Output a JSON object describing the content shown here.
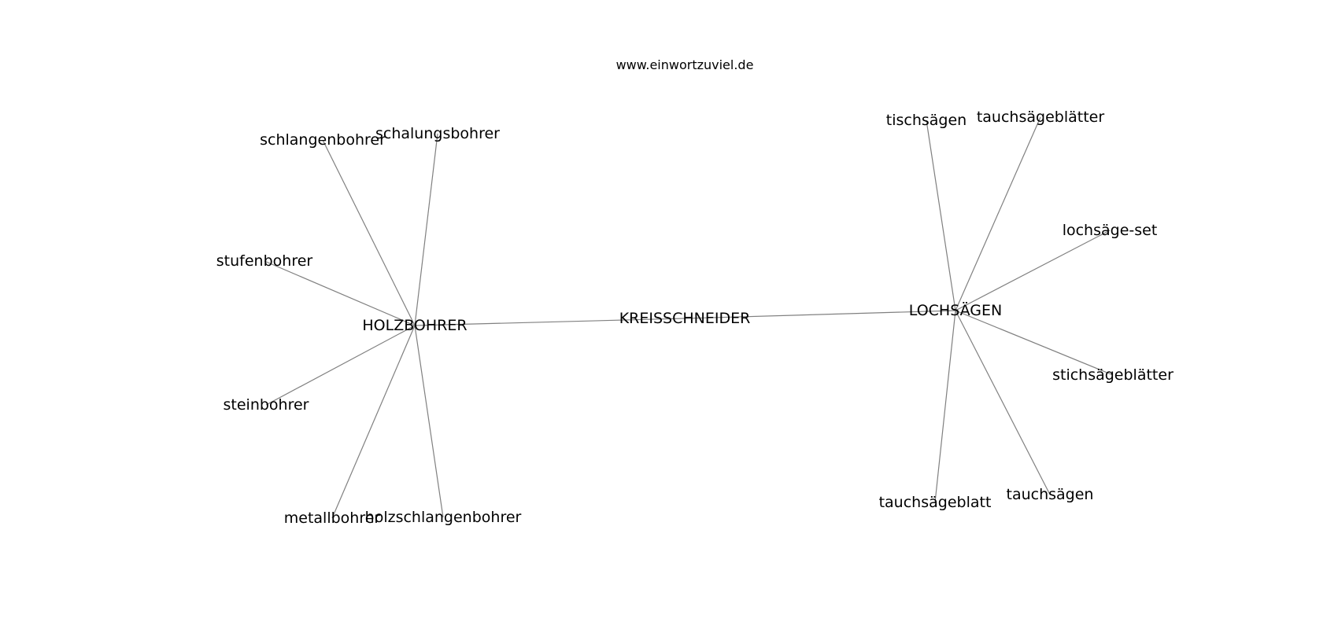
{
  "source": "www.einwortzuviel.de",
  "nodes": [
    {
      "id": "kreisschneider",
      "label": "KREISSCHNEIDER"
    },
    {
      "id": "holzbohrer",
      "label": "HOLZBOHRER"
    },
    {
      "id": "lochsaegen",
      "label": "LOCHSÄGEN"
    },
    {
      "id": "schlangenbohrer",
      "label": "schlangenbohrer"
    },
    {
      "id": "schalungsbohrer",
      "label": "schalungsbohrer"
    },
    {
      "id": "stufenbohrer",
      "label": "stufenbohrer"
    },
    {
      "id": "steinbohrer",
      "label": "steinbohrer"
    },
    {
      "id": "metallbohrer",
      "label": "metallbohrer"
    },
    {
      "id": "holzschlangenbohrer",
      "label": "holzschlangenbohrer"
    },
    {
      "id": "tischsaegen",
      "label": "tischsägen"
    },
    {
      "id": "tauchsaegeblaetter",
      "label": "tauchsägeblätter"
    },
    {
      "id": "lochsaege-set",
      "label": "lochsäge-set"
    },
    {
      "id": "stichsaegeblaetter",
      "label": "stichsägeblätter"
    },
    {
      "id": "tauchsaegen",
      "label": "tauchsägen"
    },
    {
      "id": "tauchsaegeblatt",
      "label": "tauchsägeblatt"
    }
  ],
  "edges": [
    [
      "holzbohrer",
      "kreisschneider"
    ],
    [
      "kreisschneider",
      "lochsaegen"
    ],
    [
      "holzbohrer",
      "schlangenbohrer"
    ],
    [
      "holzbohrer",
      "schalungsbohrer"
    ],
    [
      "holzbohrer",
      "stufenbohrer"
    ],
    [
      "holzbohrer",
      "steinbohrer"
    ],
    [
      "holzbohrer",
      "metallbohrer"
    ],
    [
      "holzbohrer",
      "holzschlangenbohrer"
    ],
    [
      "lochsaegen",
      "tischsaegen"
    ],
    [
      "lochsaegen",
      "tauchsaegeblaetter"
    ],
    [
      "lochsaegen",
      "lochsaege-set"
    ],
    [
      "lochsaegen",
      "stichsaegeblaetter"
    ],
    [
      "lochsaegen",
      "tauchsaegen"
    ],
    [
      "lochsaegen",
      "tauchsaegeblatt"
    ]
  ]
}
